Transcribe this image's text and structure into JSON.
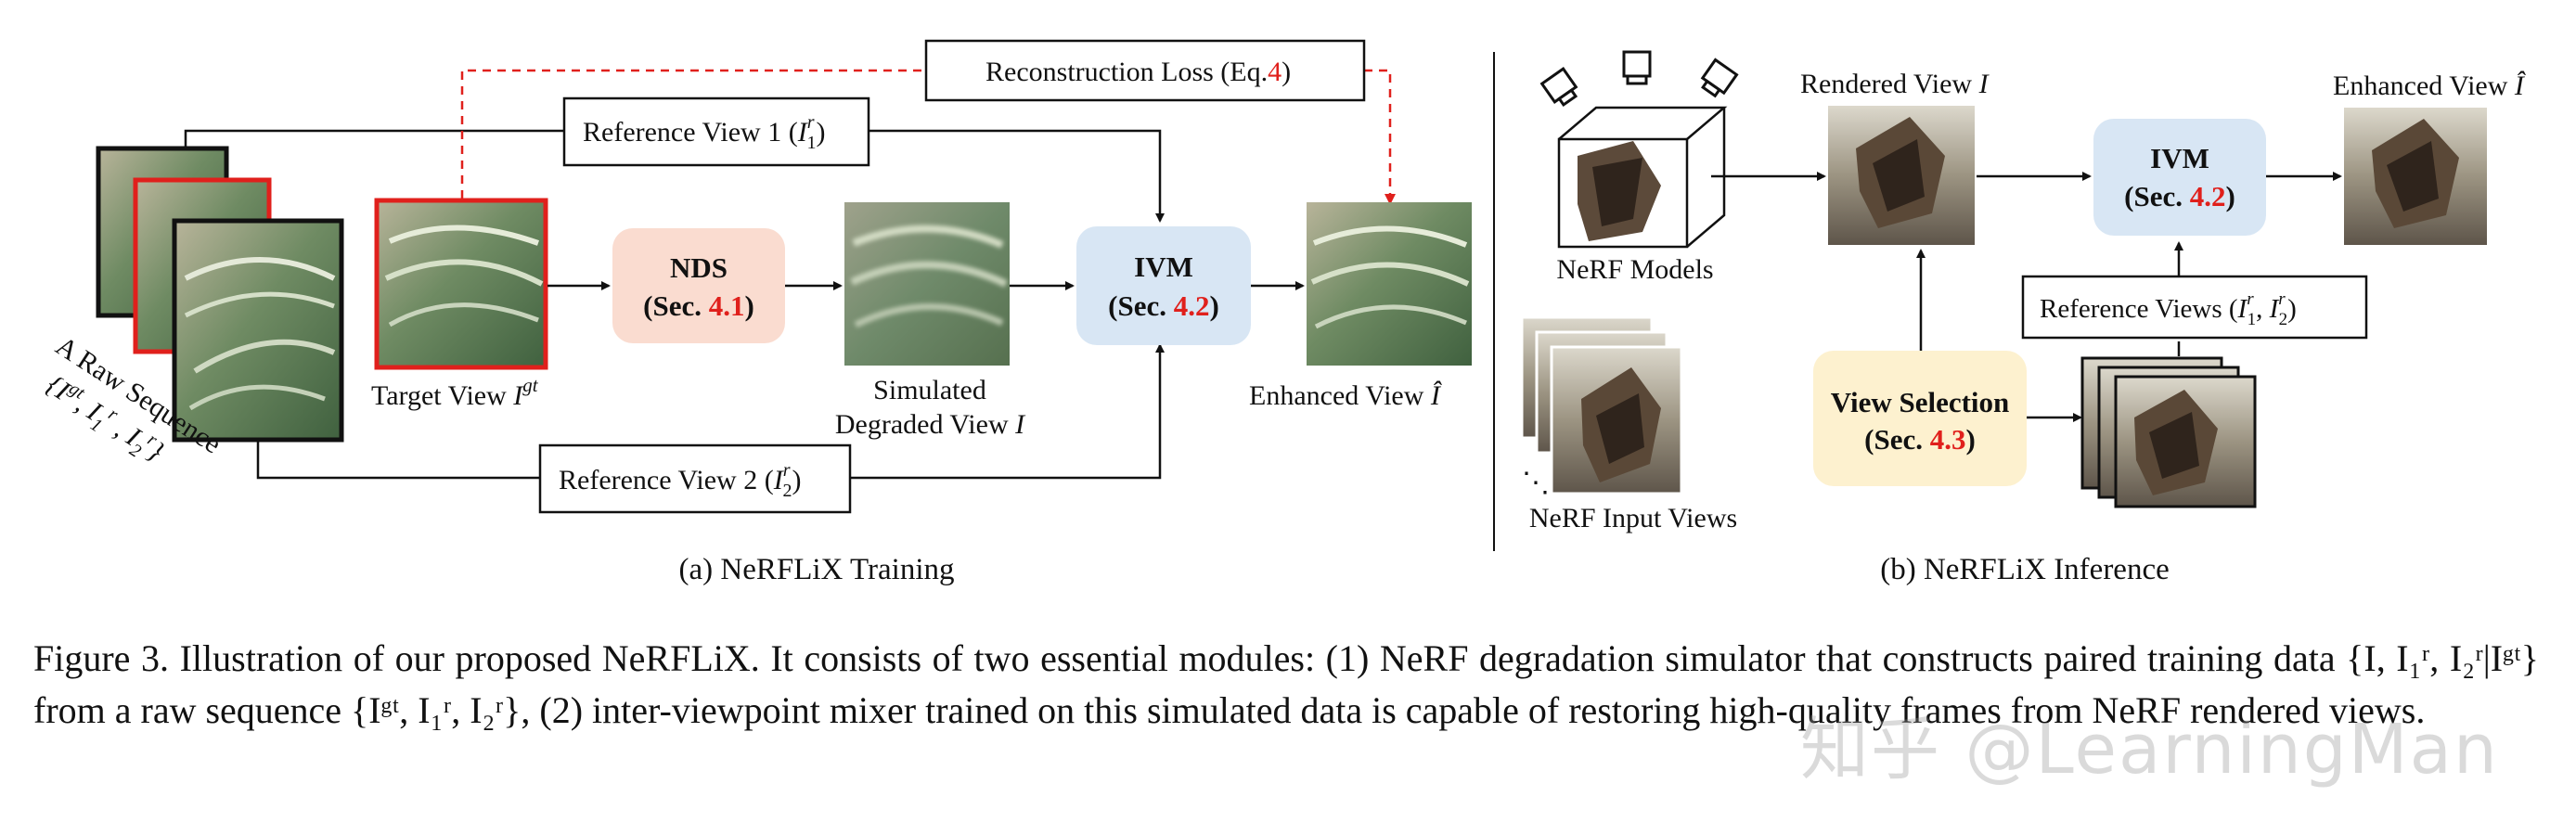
{
  "panel_a": {
    "label": "(a)  NeRFLiX Training",
    "raw_sequence": "A Raw Sequence",
    "raw_set_open": "{I",
    "raw_set_gt": "gt",
    "raw_set_sep1": ", I",
    "raw_set_1": "1",
    "raw_set_r1": "r",
    "raw_set_sep2": " , I",
    "raw_set_2": "2",
    "raw_set_r2": "r",
    "raw_set_close": "}",
    "target_label": "Target View ",
    "target_sym": "I",
    "target_sup": "gt",
    "nds_title": "NDS",
    "nds_open": "(Sec. ",
    "nds_ref": "4.1",
    "nds_close": ")",
    "ivm_title": "IVM",
    "ivm_open": "(Sec. ",
    "ivm_ref": "4.2",
    "ivm_close": ")",
    "sim_line1": "Simulated",
    "sim_line2": "Degraded View ",
    "sim_sym": "I",
    "enh_label": "Enhanced View ",
    "enh_sym": "Î",
    "ref1_label": "Reference View 1 (",
    "ref1_sym": "I",
    "ref1_sub": "1",
    "ref1_sup": "r",
    "ref1_close": ")",
    "ref2_label": "Reference View 2 (",
    "ref2_sym": "I",
    "ref2_sub": "2",
    "ref2_sup": "r",
    "ref2_close": ")",
    "loss_label": "Reconstruction Loss (Eq.",
    "loss_ref": "4",
    "loss_close": ")"
  },
  "panel_b": {
    "label": "(b)  NeRFLiX Inference",
    "rendered_label": "Rendered View ",
    "rendered_sym": "I",
    "enhanced_label": "Enhanced View ",
    "enhanced_sym": "Î",
    "ivm_title": "IVM",
    "ivm_open": "(Sec. ",
    "ivm_ref": "4.2",
    "ivm_close": ")",
    "nerf_models": "NeRF Models",
    "nerf_inputs": "NeRF Input Views",
    "dots": "⋱",
    "refviews_label": "Reference Views (",
    "refviews_sym1": "I",
    "refviews_sub1": "1",
    "refviews_sup1": "r",
    "refviews_sep": ", ",
    "refviews_sym2": "I",
    "refviews_sub2": "2",
    "refviews_sup2": "r",
    "refviews_close": ")",
    "vs_title": "View Selection",
    "vs_open": "(Sec. ",
    "vs_ref": "4.3",
    "vs_close": ")"
  },
  "caption": {
    "text": "Figure 3.  Illustration of our proposed NeRFLiX. It consists of two essential modules: (1) NeRF degradation simulator that constructs paired training data {I, I₁ʳ, I₂ʳ|Iᵍᵗ} from a raw sequence {Iᵍᵗ, I₁ʳ, I₂ʳ}, (2) inter-viewpoint mixer trained on this simulated data is capable of restoring high-quality frames from NeRF rendered views."
  },
  "watermark": "知乎 @LearningMan",
  "colors": {
    "ref_red": "#e0201c",
    "nds_fill": "#fadcd0",
    "ivm_fill": "#d8e6f4",
    "vs_fill": "#fdf1cf",
    "frame_red": "#e0201c",
    "text": "#111111"
  }
}
